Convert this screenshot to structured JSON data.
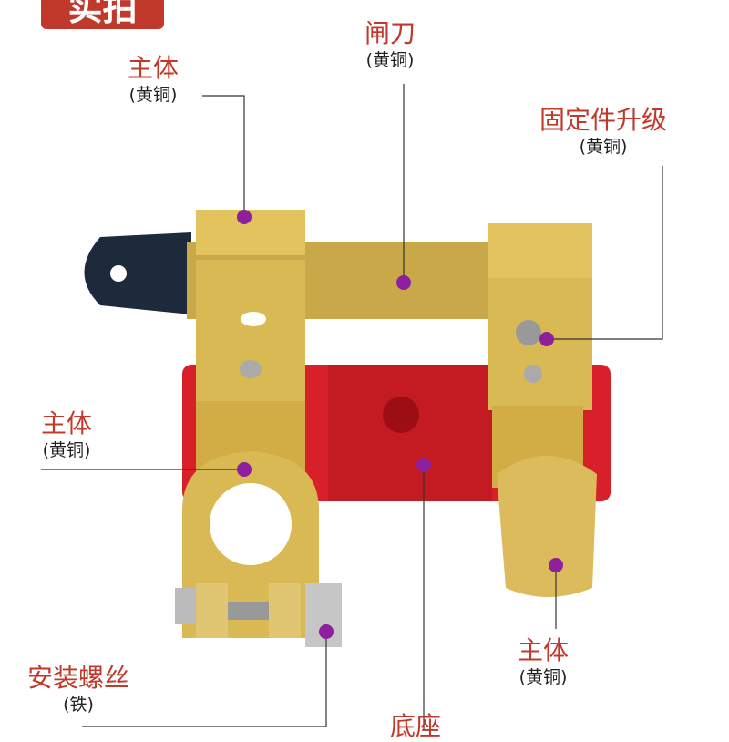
{
  "badge": "实拍",
  "labels": {
    "main_body_top": {
      "title": "主体",
      "sub": "(黄铜)"
    },
    "knife_switch": {
      "title": "闸刀",
      "sub": "(黄铜)"
    },
    "fixing_upgrade": {
      "title": "固定件升级",
      "sub": "(黄铜)"
    },
    "main_body_left": {
      "title": "主体",
      "sub": "(黄铜)"
    },
    "main_body_right": {
      "title": "主体",
      "sub": "(黄铜)"
    },
    "mounting_screw": {
      "title": "安装螺丝",
      "sub": "(铁)"
    },
    "base": {
      "title": "底座"
    }
  },
  "colors": {
    "label": "#c0392b",
    "marker": "#8e1f9e",
    "brass": "#d9b954",
    "base": "#d8202a",
    "handle": "#1c2a3c"
  }
}
